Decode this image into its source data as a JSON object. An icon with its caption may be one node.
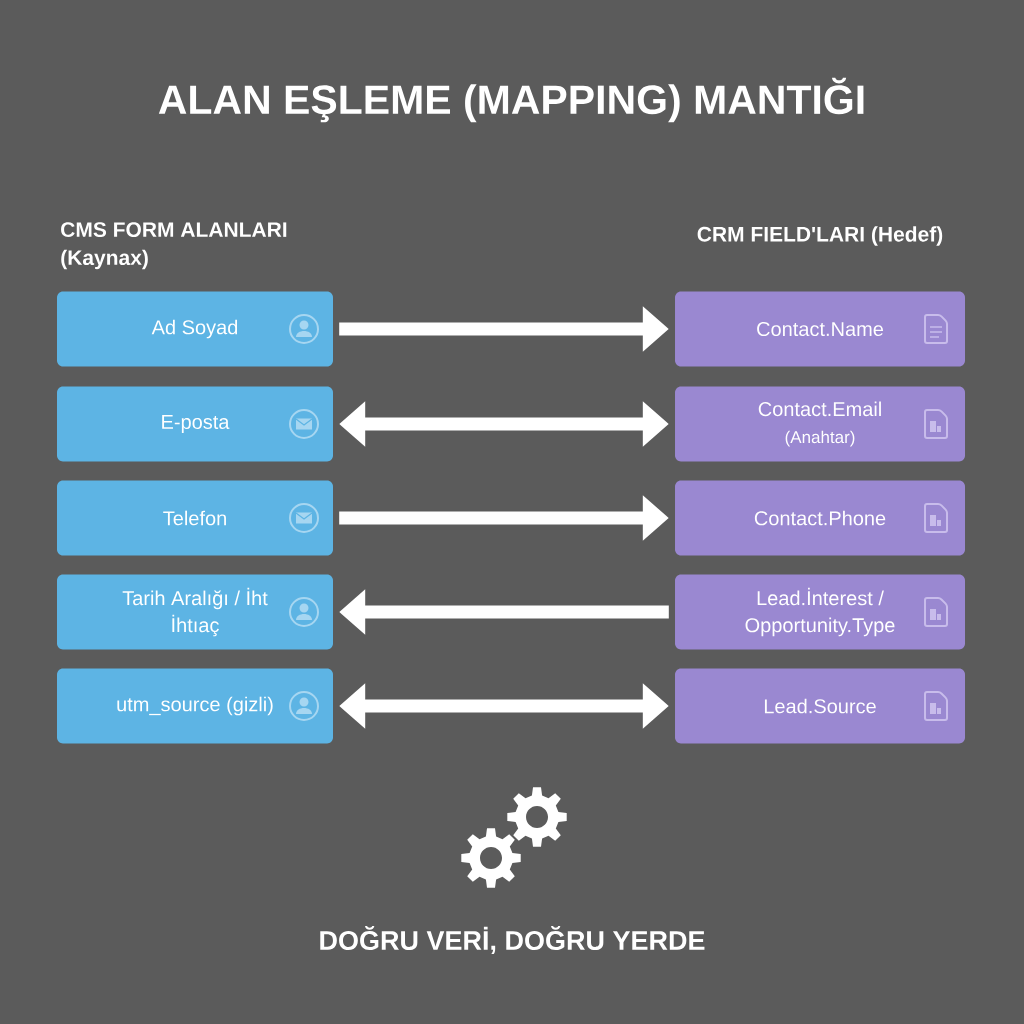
{
  "diagram": {
    "title": "ALAN EŞLEME (MAPPING) MANTIĞI",
    "nodes": [
      {
        "text": [
          "Ad Soyad"
        ]
      },
      {
        "text": [
          "E-posta"
        ]
      },
      {
        "text": [
          "Telefon"
        ]
      },
      {
        "text": [
          "Tarih Aralığı / İht İhtıaç"
        ]
      },
      {
        "text": [
          "utm_source (gizli)"
        ]
      },
      {
        "text": [
          "Contact.Name"
        ]
      },
      {
        "text": [
          "Contact.Email",
          "(Anahtar)"
        ]
      },
      {
        "text": [
          "Contact.Phone"
        ]
      },
      {
        "text": [
          "Lead.İnterest / Opportunity.Type"
        ]
      },
      {
        "text": [
          "Lead.Source"
        ]
      }
    ],
    "edges": [
      {
        "from": 0,
        "to": 5,
        "arrow": "to"
      },
      {
        "from": 1,
        "to": 6,
        "arrow": "both"
      },
      {
        "from": 2,
        "to": 7,
        "arrow": "to"
      },
      {
        "from": 8,
        "to": 3,
        "arrow": "to"
      },
      {
        "from": 4,
        "to": 9,
        "arrow": "both"
      }
    ],
    "labels": [
      "CMS FORM ALANLARI (Kaynax)",
      "CRM FIELD'LARI (Hedef)"
    ],
    "caption": "DOĞRU VERİ, DOĞRU YERDE"
  }
}
